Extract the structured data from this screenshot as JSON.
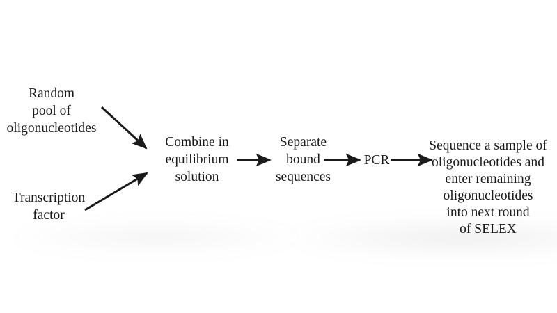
{
  "diagram": {
    "title": "SELEX workflow flow chart",
    "background_color": "#ffffff",
    "ink_color": "#1a1a1a",
    "nodes": {
      "random_pool": {
        "lines": [
          "Random",
          "pool of",
          "oligonucleotides"
        ]
      },
      "transcription_factor": {
        "lines": [
          "Transcription",
          "factor"
        ]
      },
      "combine": {
        "lines": [
          "Combine in",
          "equilibrium",
          "solution"
        ]
      },
      "separate": {
        "lines": [
          "Separate",
          "bound",
          "sequences"
        ]
      },
      "pcr": {
        "lines": [
          "PCR"
        ]
      },
      "sequence_reenter": {
        "lines": [
          "Sequence a sample of",
          "oligonucleotides and",
          "enter remaining",
          "oligonucleotides",
          "into next round",
          "of SELEX"
        ]
      }
    },
    "arrows": [
      {
        "name": "random-pool-to-combine",
        "from": "random_pool",
        "to": "combine",
        "direction": "diagonal-down-right"
      },
      {
        "name": "transcription-to-combine",
        "from": "transcription_factor",
        "to": "combine",
        "direction": "diagonal-up-right"
      },
      {
        "name": "combine-to-separate",
        "from": "combine",
        "to": "separate",
        "direction": "right"
      },
      {
        "name": "separate-to-pcr",
        "from": "separate",
        "to": "pcr",
        "direction": "right"
      },
      {
        "name": "pcr-to-sequence",
        "from": "pcr",
        "to": "sequence_reenter",
        "direction": "right"
      }
    ]
  }
}
